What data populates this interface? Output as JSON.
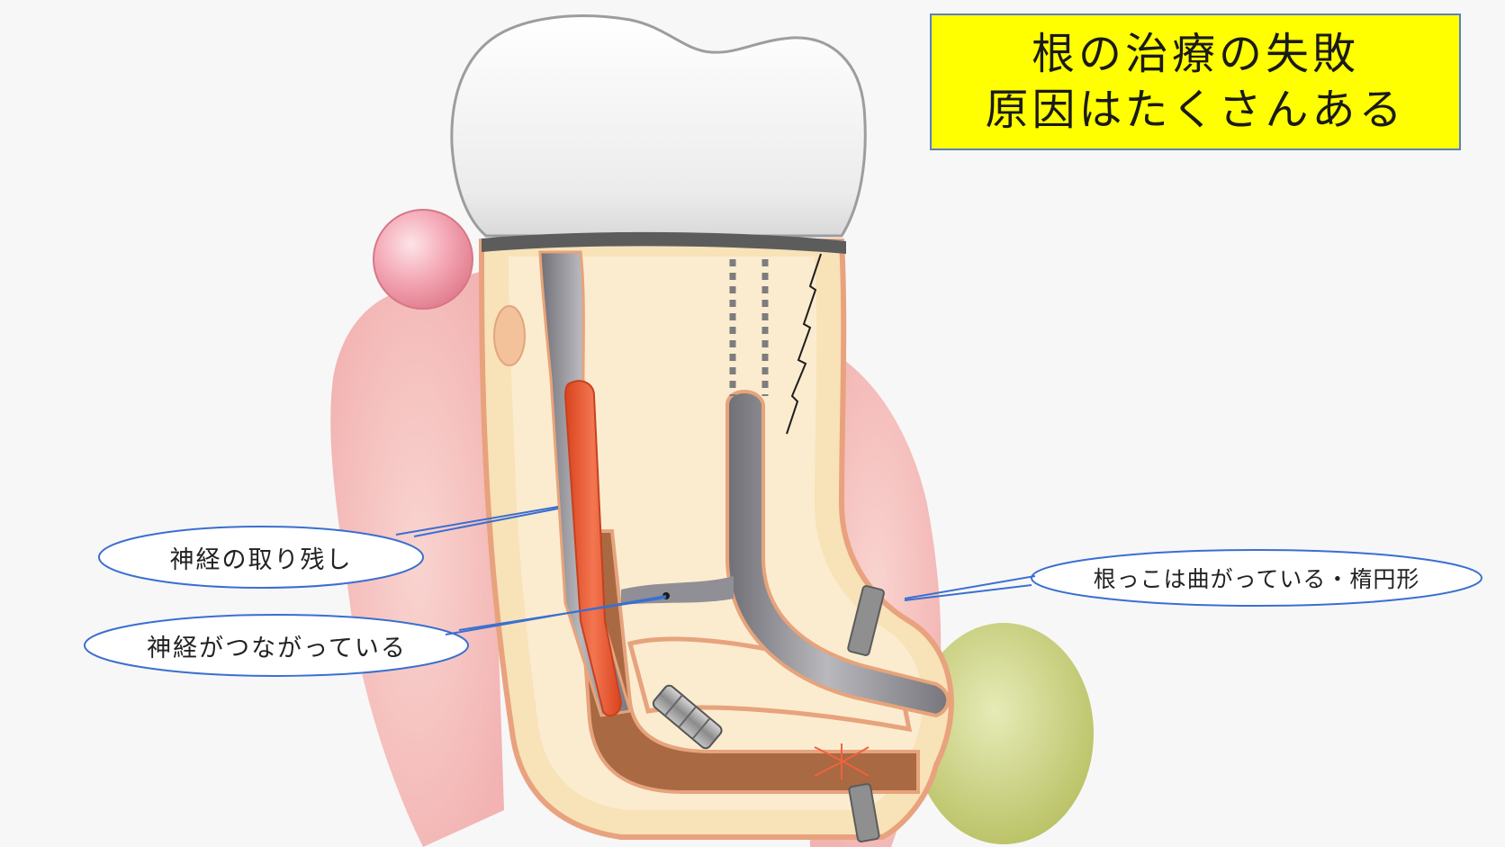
{
  "title": {
    "line1": "根の治療の失敗",
    "line2": "原因はたくさんある"
  },
  "callouts": {
    "nerve_remnant": "神経の取り残し",
    "nerve_connected": "神経がつながっている",
    "root_curved": "根っこは曲がっている・楕円形"
  },
  "colors": {
    "title_bg": "#ffff00",
    "callout_border": "#3a6fd0",
    "gum": "#f3b9b9",
    "tooth_body": "#fbe8c8",
    "crown": "#f4f4f4",
    "gutta_percha": "#8f8f95",
    "remnant_nerve": "#e9582e",
    "cyst": "#bcc36a",
    "abscess": "#f09aa8"
  }
}
